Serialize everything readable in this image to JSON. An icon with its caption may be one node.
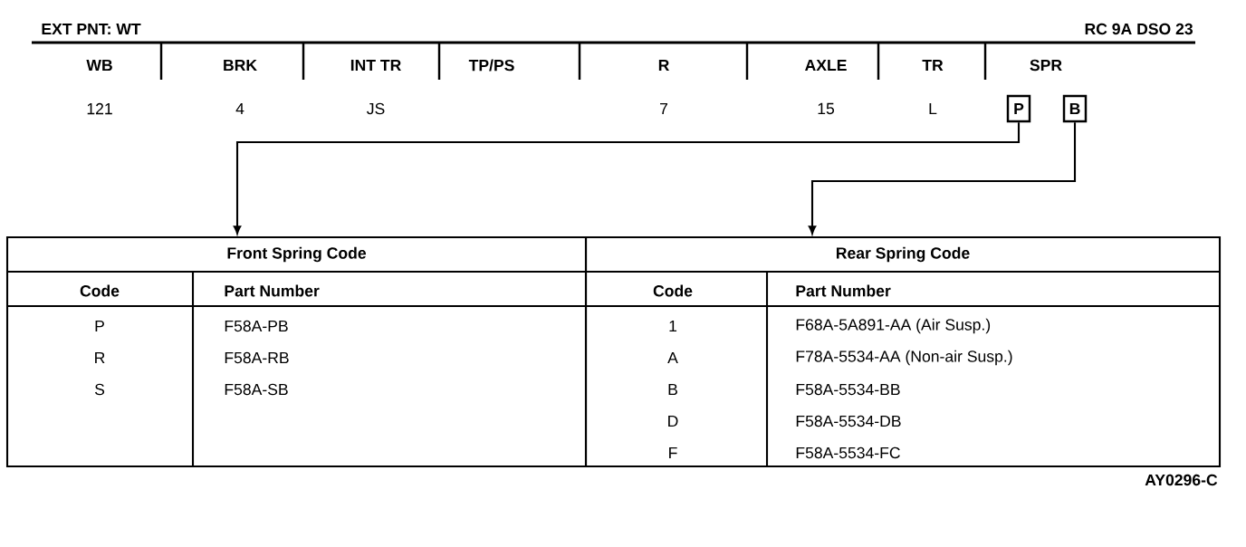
{
  "diagram": {
    "nodes": [
      {
        "text": [
          "P"
        ]
      },
      {
        "text": [
          "B"
        ]
      },
      {
        "text": [
          "Front Spring Code"
        ]
      },
      {
        "text": [
          "Rear Spring Code"
        ]
      }
    ],
    "edges": [
      {
        "from": 0,
        "to": 2,
        "arrow": "to"
      },
      {
        "from": 1,
        "to": 3,
        "arrow": "to"
      }
    ],
    "labels": [
      "EXT PNT: WT",
      "RC 9A  DSO 23",
      "WB",
      "BRK",
      "INT TR",
      "TP/PS",
      "R",
      "AXLE",
      "TR",
      "SPR",
      "121",
      "4",
      "JS",
      "7",
      "15",
      "L",
      "Code",
      "Part Number",
      "P",
      "F58A-PB",
      "R",
      "F58A-RB",
      "S",
      "F58A-SB",
      "Code",
      "Part Number",
      "1",
      "F68A-5A891-AA (Air Susp.)",
      "A",
      "F78A-5534-AA (Non-air Susp.)",
      "B",
      "F58A-5534-BB",
      "D",
      "F58A-5534-DB",
      "F",
      "F58A-5534-FC",
      "AY0296-C"
    ]
  }
}
